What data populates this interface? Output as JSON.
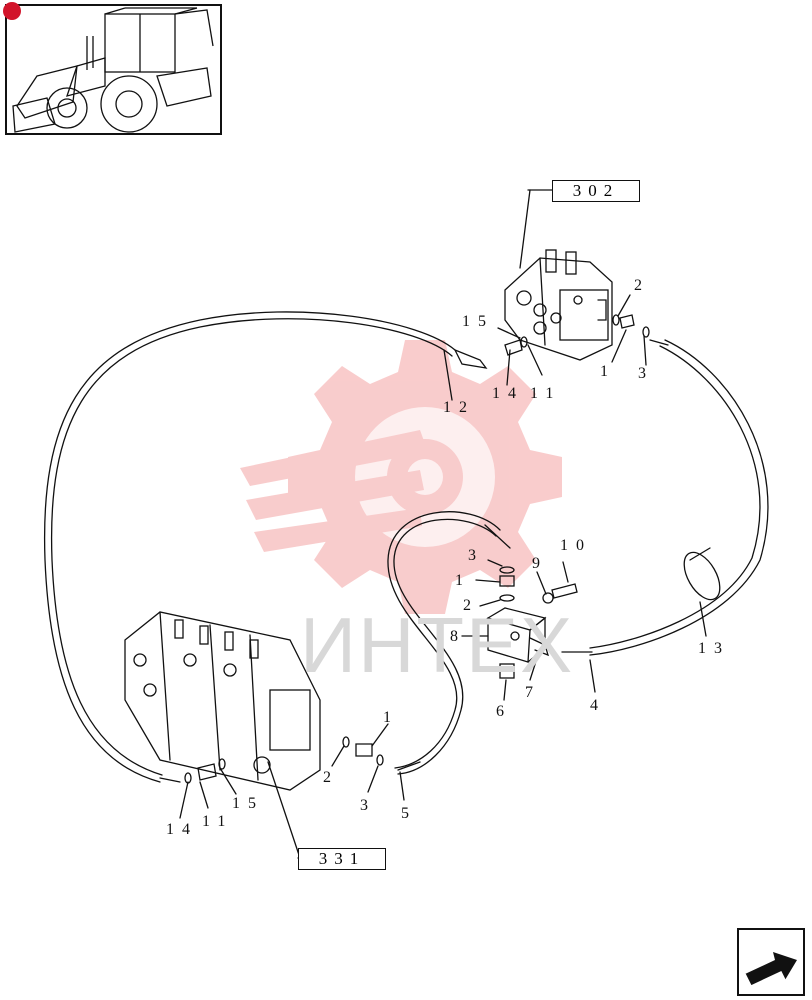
{
  "references": {
    "ref_302": "302",
    "ref_331": "331"
  },
  "watermark": {
    "text": "ИНТЕХ",
    "color": "#f4a3a3"
  },
  "callouts": {
    "c1_top": "1",
    "c2_top": "2",
    "c3_top": "3",
    "c11_top": "11",
    "c12": "12",
    "c14_top": "14",
    "c15_top": "15",
    "c3_mid": "3",
    "c1_mid": "1",
    "c2_mid": "2",
    "c8": "8",
    "c9": "9",
    "c10": "10",
    "c6": "6",
    "c7": "7",
    "c4": "4",
    "c13": "13",
    "c1_bot": "1",
    "c2_bot": "2",
    "c3_bot": "3",
    "c5": "5",
    "c14_bot": "14",
    "c11_bot": "11",
    "c15_bot": "15"
  },
  "icons": {
    "thumbnail": "backhoe-loader-icon",
    "nav": "next-page-arrow-icon"
  },
  "colors": {
    "brand_red": "#d2142a",
    "line": "#111111"
  }
}
